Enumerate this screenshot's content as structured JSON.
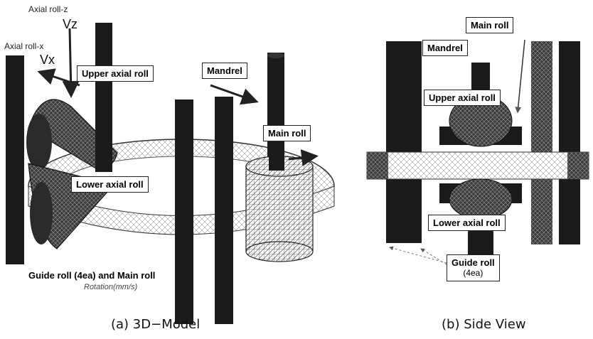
{
  "figure_3d": {
    "axial_roll_z": "Axial roll-z",
    "vz": "Vz",
    "axial_roll_x": "Axial roll-x",
    "vx": "Vx",
    "upper_axial_roll": "Upper axial roll",
    "mandrel": "Mandrel",
    "main_roll": "Main roll",
    "lower_axial_roll": "Lower axial roll",
    "guide_main_roll": "Guide roll (4ea) and  Main roll",
    "rotation": "Rotation(mm/s)",
    "caption": "(a) 3D−Model"
  },
  "figure_side": {
    "main_roll": "Main roll",
    "mandrel": "Mandrel",
    "upper_axial_roll": "Upper axial roll",
    "lower_axial_roll": "Lower axial roll",
    "guide_roll": "Guide roll",
    "guide_roll_count": "(4ea)",
    "caption": "(b) Side View"
  },
  "colors": {
    "roll": "#1b1b1b",
    "mesh": "#8a8a8a",
    "arrow": "#333333"
  }
}
